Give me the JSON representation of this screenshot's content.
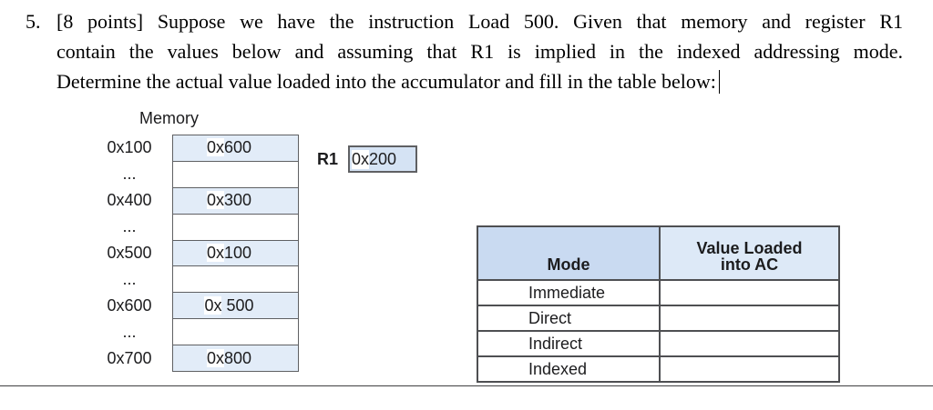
{
  "question": {
    "number": "5.",
    "lines": [
      "[8 points] Suppose we have the instruction Load 500. Given that memory and register R1",
      "contain the values below and assuming that R1 is implied in the indexed addressing mode.",
      "Determine the actual value loaded into the accumulator and fill in the table below:"
    ]
  },
  "memory": {
    "title": "Memory",
    "value_prefix": "0x",
    "rows": [
      {
        "address": "0x100",
        "value": "600",
        "filled": true
      },
      {
        "address": "...",
        "value": "",
        "filled": false
      },
      {
        "address": "0x400",
        "value": "300",
        "filled": true
      },
      {
        "address": "...",
        "value": "",
        "filled": false
      },
      {
        "address": "0x500",
        "value": "100",
        "filled": true
      },
      {
        "address": "...",
        "value": "",
        "filled": false
      },
      {
        "address": "0x600",
        "value": " 500",
        "filled": true
      },
      {
        "address": "...",
        "value": "",
        "filled": false
      },
      {
        "address": "0x700",
        "value": "800",
        "filled": true
      }
    ]
  },
  "register": {
    "label": "R1",
    "prefix": "0x",
    "value": "200"
  },
  "table": {
    "headers": {
      "mode": "Mode",
      "value_line1": "Value Loaded",
      "value_line2": "into AC"
    },
    "rows": [
      {
        "mode": "Immediate",
        "value": ""
      },
      {
        "mode": "Direct",
        "value": ""
      },
      {
        "mode": "Indirect",
        "value": ""
      },
      {
        "mode": "Indexed",
        "value": ""
      }
    ]
  },
  "colors": {
    "page_bg": "#ffffff",
    "text_color": "#1c1c1e",
    "memory_fill": "#e2ecf8",
    "register_fill": "#d5e3f4",
    "mode_header_fill": "#c9daf1",
    "value_header_fill": "#dde9f7",
    "diagram_border": "#5f6063",
    "table_border": "#4e4f52",
    "rule_color": "#3f3f41"
  }
}
